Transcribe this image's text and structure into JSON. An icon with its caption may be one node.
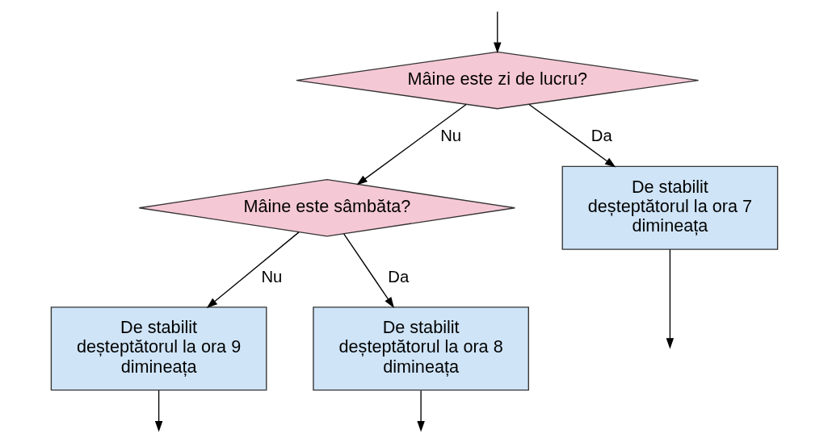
{
  "diagram": {
    "nodes": [
      {
        "text": [
          "Mâine este zi de lucru?"
        ]
      },
      {
        "text": [
          "Mâine este sâmbăta?"
        ]
      },
      {
        "text": [
          "De stabilit deșteptătorul la ora 7 dimineața"
        ]
      },
      {
        "text": [
          "De stabilit deșteptătorul la ora 9 dimineața"
        ]
      },
      {
        "text": [
          "De stabilit deșteptătorul la ora 8 dimineața"
        ]
      }
    ],
    "edges": [
      {
        "from": null,
        "to": 0,
        "arrow": "to"
      },
      {
        "from": 0,
        "to": 1,
        "label": "Nu",
        "arrow": "to"
      },
      {
        "from": 0,
        "to": 2,
        "label": "Da",
        "arrow": "to"
      },
      {
        "from": 1,
        "to": 3,
        "label": "Nu",
        "arrow": "to"
      },
      {
        "from": 1,
        "to": 4,
        "label": "Da",
        "arrow": "to"
      },
      {
        "from": 3,
        "to": null,
        "arrow": "to"
      },
      {
        "from": 4,
        "to": null,
        "arrow": "to"
      },
      {
        "from": 2,
        "to": null,
        "arrow": "to"
      }
    ]
  }
}
